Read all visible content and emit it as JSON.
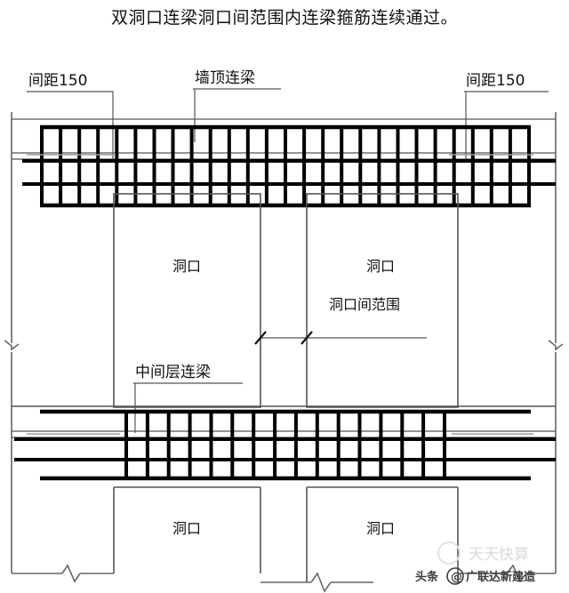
{
  "document": {
    "title": "双洞口连梁洞口间范围内连梁箍筋连续通过。",
    "type": "structural-reinforcement-detail"
  },
  "labels": {
    "spacing_left": "间距150",
    "spacing_right": "间距150",
    "top_beam": "墙顶连梁",
    "middle_beam": "中间层连梁",
    "opening": "洞口",
    "between_openings_range": "洞口间范围"
  },
  "openings": {
    "upper_left": "洞口",
    "upper_right": "洞口",
    "lower_left": "洞口",
    "lower_right": "洞口"
  },
  "watermark": {
    "headline": "头条",
    "at": "@",
    "account": "广联达新建造",
    "faint_brand": "天天快算"
  },
  "drawing": {
    "line_color": "#000000",
    "thin_line_color": "#555555",
    "background": "#ffffff",
    "top_beam_stirrup_count": 26,
    "middle_beam_stirrup_count": 15,
    "stirrup_spacing_label": "150"
  }
}
